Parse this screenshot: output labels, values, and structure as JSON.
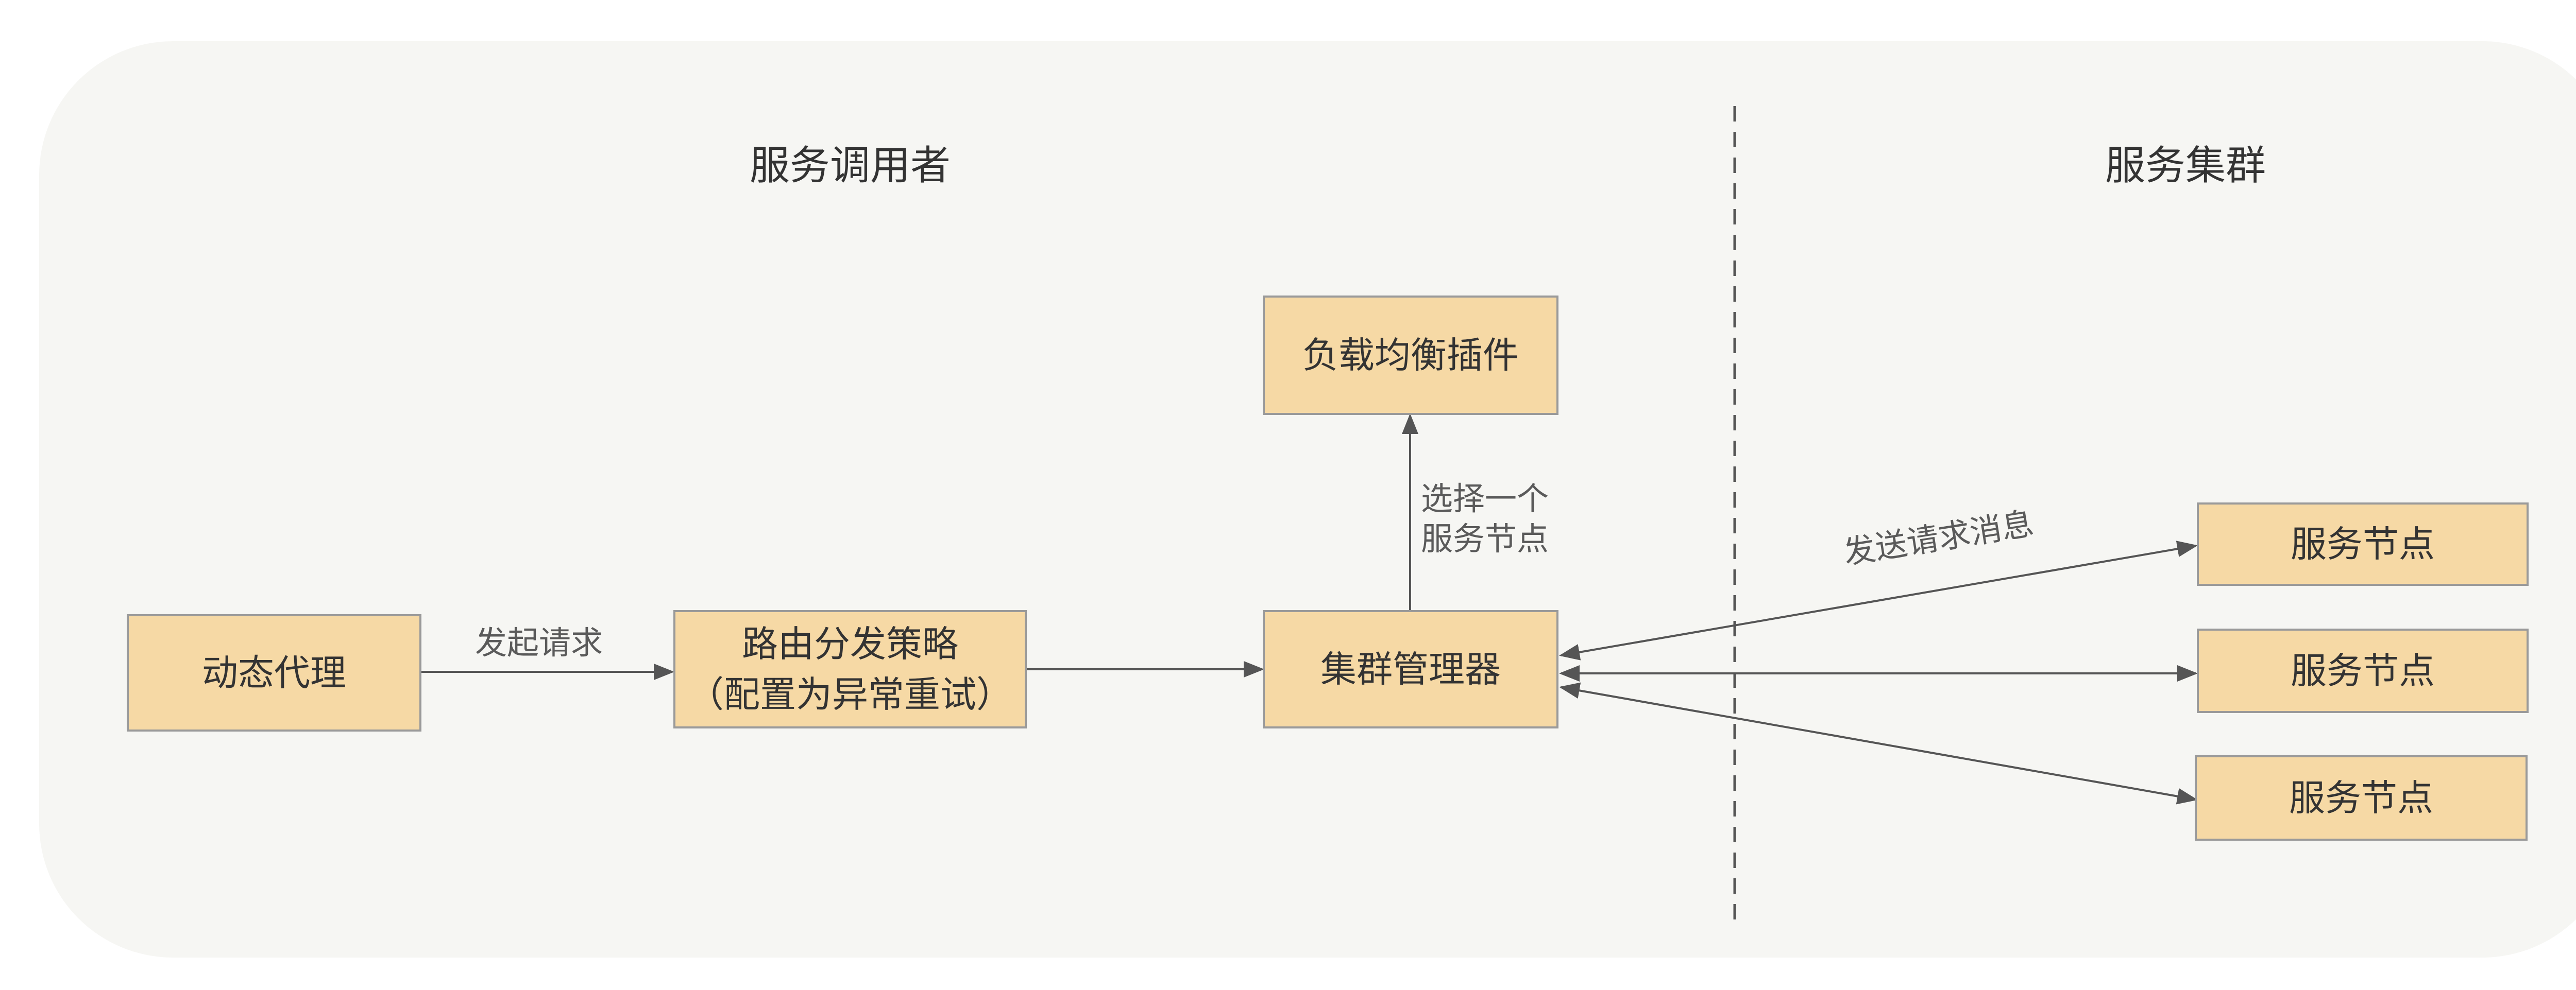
{
  "sections": {
    "caller_title": "服务调用者",
    "cluster_title": "服务集群"
  },
  "nodes": {
    "dynamic_proxy": "动态代理",
    "routing_strategy": {
      "line1": "路由分发策略",
      "line2": "（配置为异常重试）"
    },
    "load_balance_plugin": "负载均衡插件",
    "cluster_manager": "集群管理器",
    "service_nodes": [
      "服务节点",
      "服务节点",
      "服务节点"
    ]
  },
  "edges": {
    "send_request": "发起请求",
    "select_node": {
      "line1": "选择一个",
      "line2": "服务节点"
    },
    "send_message": "发送请求消息"
  },
  "colors": {
    "panel_background": "#f6f6f3",
    "node_fill": "#f6d9a5",
    "node_border": "#9a9a9a",
    "connector": "#555555",
    "text": "#333333"
  }
}
